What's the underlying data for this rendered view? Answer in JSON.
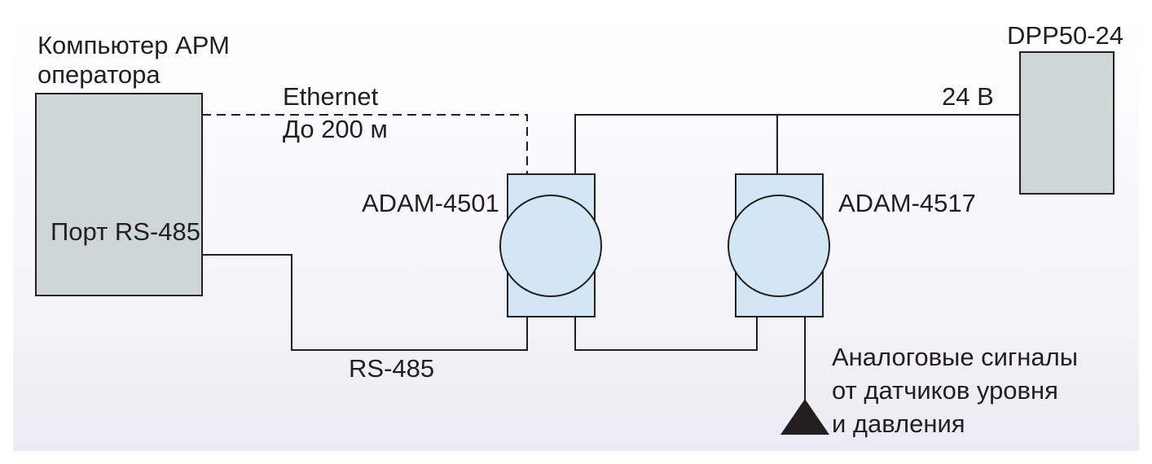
{
  "computer": {
    "title_line1": "Компьютер АРМ",
    "title_line2": "оператора",
    "port_label": "Порт RS-485"
  },
  "ethernet": {
    "label": "Ethernet",
    "distance": "До 200 м"
  },
  "rs485": {
    "label": "RS-485"
  },
  "power_supply": {
    "label": "DPP50-24",
    "voltage": "24 В"
  },
  "modules": {
    "gateway": "ADAM-4501",
    "analog_input": "ADAM-4517"
  },
  "sensors": {
    "line1": "Аналоговые сигналы",
    "line2": "от датчиков уровня",
    "line3": "и давления"
  }
}
